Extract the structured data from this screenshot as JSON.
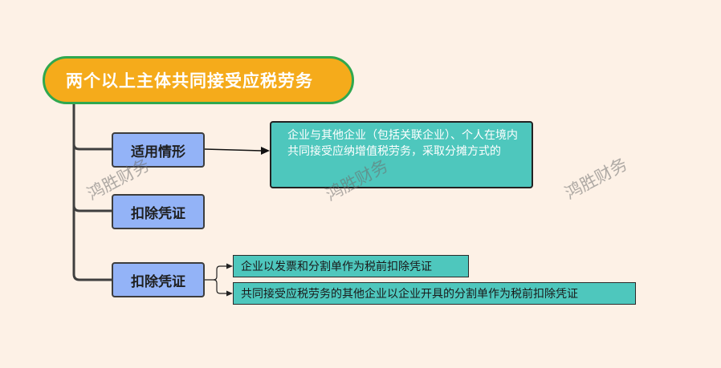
{
  "root": {
    "label": "两个以上主体共同接受应税劳务"
  },
  "branches": [
    {
      "label": "适用情形",
      "detail": "企业与其他企业（包括关联企业）、个人在境内共同接受应纳增值税劳务，采取分摊方式的"
    },
    {
      "label": "扣除凭证"
    },
    {
      "label": "扣除凭证",
      "leaves": [
        "企业以发票和分割单作为税前扣除凭证",
        "共同接受应税劳务的其他企业以企业开具的分割单作为税前扣除凭证"
      ]
    }
  ],
  "watermark": "鸿胜财务",
  "colors": {
    "background": "#fdf1e6",
    "root_fill": "#f5ab1b",
    "root_border": "#2fa84f",
    "node_fill": "#93b3f7",
    "leaf_fill": "#4ec7bd"
  }
}
